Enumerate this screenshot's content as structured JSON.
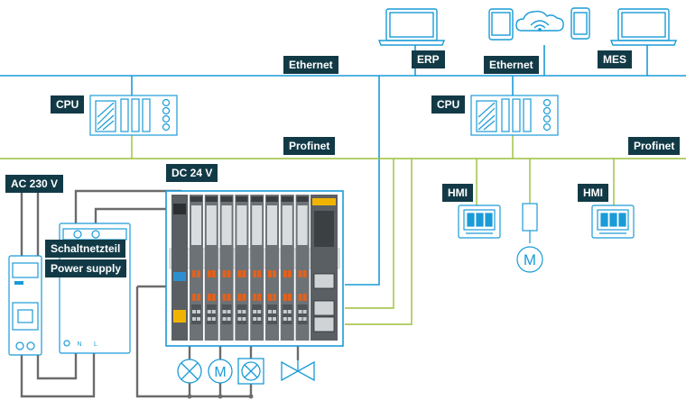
{
  "labels": {
    "ethernet_left": "Ethernet",
    "erp": "ERP",
    "ethernet_right": "Ethernet",
    "mes": "MES",
    "cpu_left": "CPU",
    "cpu_right": "CPU",
    "profinet_center": "Profinet",
    "profinet_right": "Profinet",
    "dc_24v": "DC 24 V",
    "ac_230v": "AC 230 V",
    "hmi_left": "HMI",
    "hmi_right": "HMI",
    "schaltnetzteil": "Schaltnetzteil",
    "power_supply": "Power supply"
  },
  "device_text": {
    "psu_minus": "−",
    "psu_plus": "+",
    "psu_n": "N",
    "psu_l": "L",
    "motor_m": "M"
  },
  "colors": {
    "ethernet_line": "#1a9bd7",
    "profinet_line": "#9bbf3a",
    "power_line": "#6b6b6b",
    "label_bg": "#123a46",
    "frame": "#1a9bd7"
  }
}
